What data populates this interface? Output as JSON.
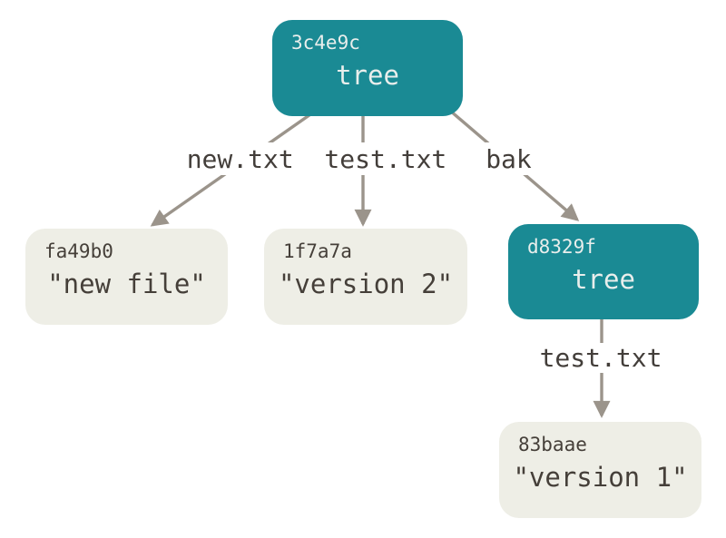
{
  "colors": {
    "background": "#ffffff",
    "tree_fill": "#1a8a94",
    "tree_text": "#e9eeec",
    "blob_fill": "#eeeee6",
    "blob_text": "#453f39",
    "label_bg": "#ffffff",
    "label_text": "#433e3a",
    "arrow": "#9b948b"
  },
  "nodes": {
    "root": {
      "hash": "3c4e9c",
      "label": "tree"
    },
    "new_file": {
      "hash": "fa49b0",
      "label": "\"new file\""
    },
    "version2": {
      "hash": "1f7a7a",
      "label": "\"version 2\""
    },
    "subtree": {
      "hash": "d8329f",
      "label": "tree"
    },
    "version1": {
      "hash": "83baae",
      "label": "\"version 1\""
    }
  },
  "edge_labels": {
    "root_entries": "new.txt  test.txt",
    "bak": "bak",
    "subtree_entry": "test.txt"
  }
}
